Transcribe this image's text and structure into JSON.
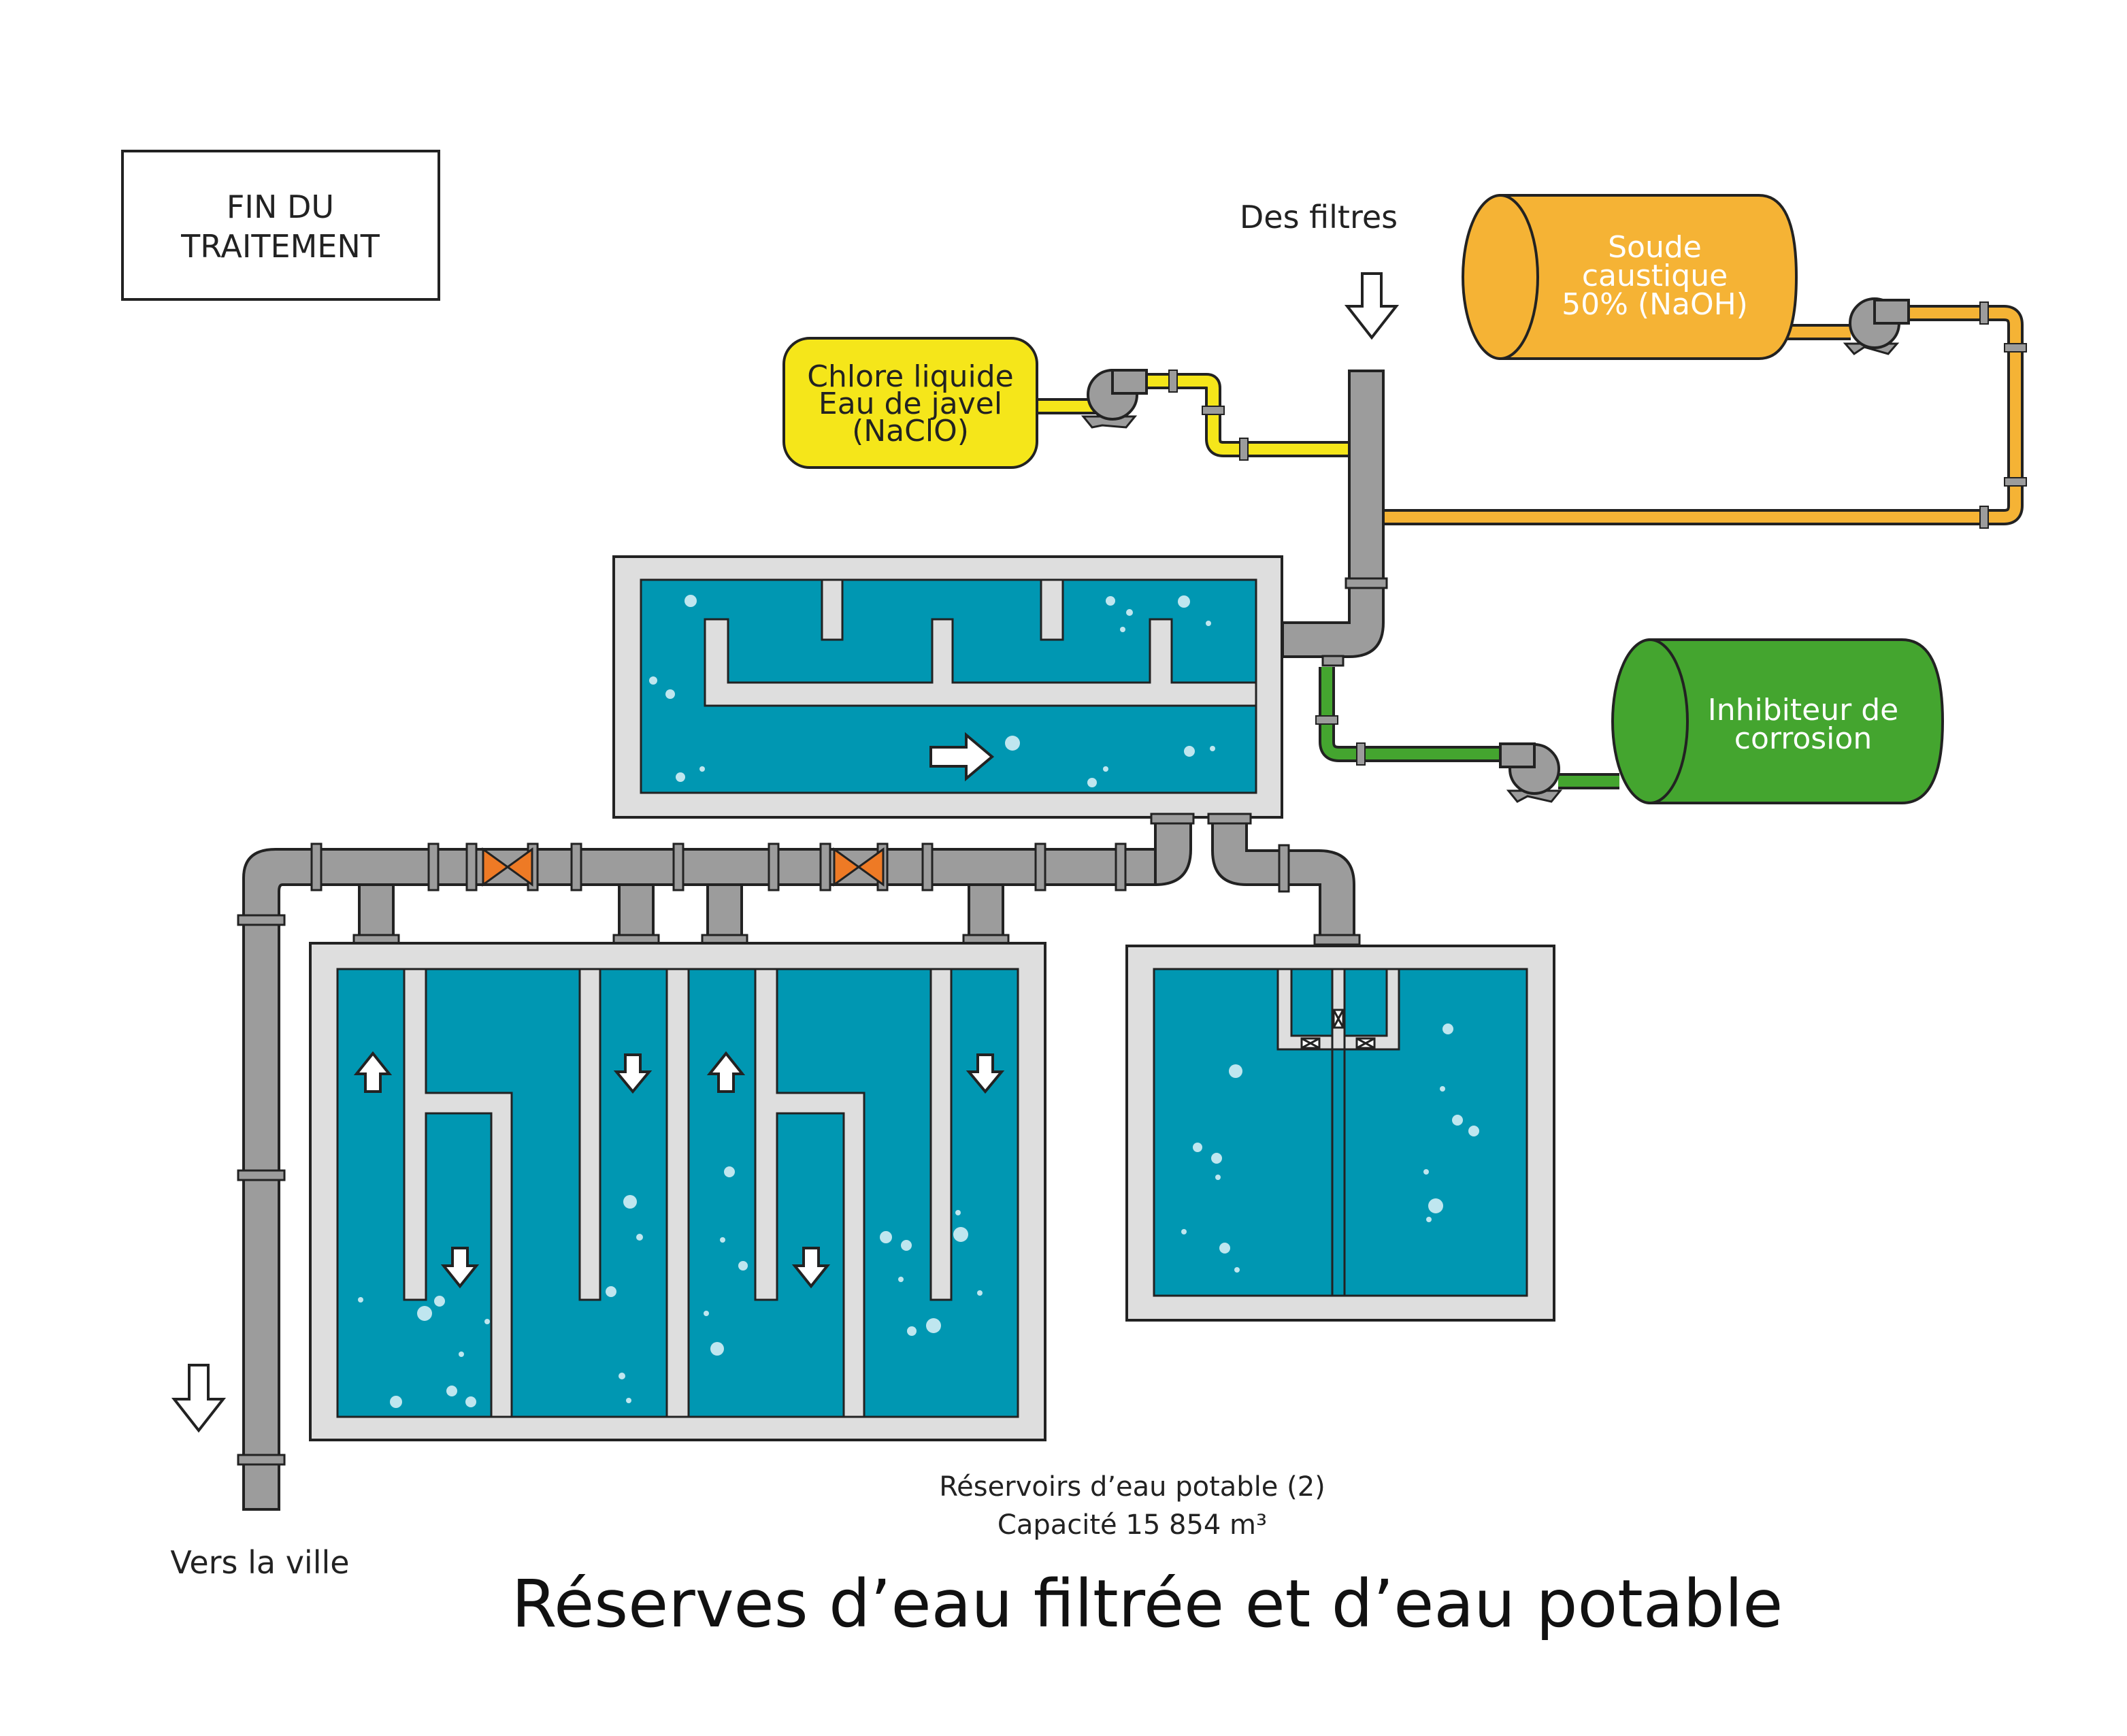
{
  "diagram": {
    "header_box": [
      "FIN DU",
      "TRAITEMENT"
    ],
    "from_filters": "Des filtres",
    "chlorine_tank": [
      "Chlore liquide",
      "Eau de javel",
      "(NaClO)"
    ],
    "soda_tank": [
      "Soude",
      "caustique",
      "50% (NaOH)"
    ],
    "inhibitor_tank": [
      "Inhibiteur de",
      "corrosion"
    ],
    "to_city": "Vers la ville",
    "reservoir_caption": [
      "Réservoirs d’eau potable (2)",
      "Capacité 15 854 m³"
    ],
    "title": "Réserves d’eau filtrée et d’eau potable",
    "colors": {
      "water": "#0097b2",
      "concrete": "#dedede",
      "pipe_gray": "#9c9c9c",
      "chlorine": "#f5e61a",
      "soda": "#f5b335",
      "inhibitor": "#44a52f",
      "valve": "#ee7a25"
    }
  }
}
